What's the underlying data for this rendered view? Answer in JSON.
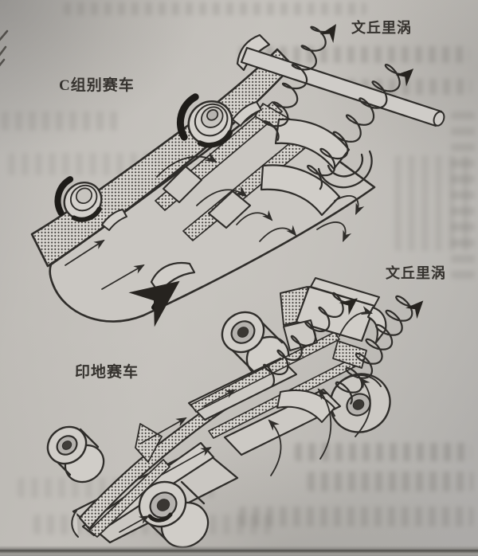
{
  "page": {
    "paper_color": "#bdbab5",
    "ink_color": "#2f2d2a",
    "labels": {
      "top_car": "C组别赛车",
      "top_vortex": "文丘里涡",
      "bottom_car": "印地赛车",
      "bottom_vortex": "文丘里涡"
    },
    "icons": {
      "vortex_spiral": "helix-coil-with-arrow",
      "airflow_arrow": "flow-arrow",
      "shading": "halftone-dot-pattern"
    }
  }
}
